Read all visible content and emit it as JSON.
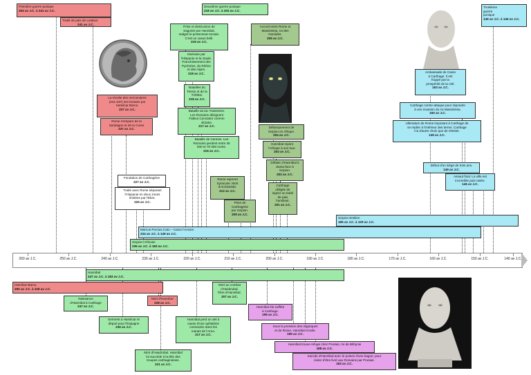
{
  "timeline": {
    "ticks": [
      "260 av J.C.",
      "250 av J.C.",
      "240 av J.C.",
      "230 av J.C.",
      "220 av J.C.",
      "210 av J.C.",
      "200 av J.C.",
      "190 av J.C.",
      "180 av J.C.",
      "170 av J.C.",
      "160 av J.C.",
      "150 av J.C.",
      "140 av J.C."
    ]
  },
  "events": {
    "premiere_guerre": {
      "text": "Première guerre punique",
      "date": "264 av J.C. à 241 av J.C."
    },
    "traite_lutatius": {
      "text": "Traité de paix de Lutatius",
      "date": "241 av J.C."
    },
    "revolte_mercenaires": {
      "text": "La révolte des mercenaires\n(241-237) est écrasée par\nHamilcar Barca.",
      "date": "237 av J.C."
    },
    "rome_sardaigne": {
      "text": "Rome s'empare de la\nSardaigne et de la Corse",
      "date": "237 av J.C."
    },
    "deuxieme_guerre": {
      "text": "Deuxième guerre punique",
      "date": "218 av J.C. à 202 av J.C."
    },
    "sagonte": {
      "text": "Prise et destruction de\nSagonte par Hannibal,\nmalgré le protectorat romain.\nC'est un casus belli.",
      "date": "219 av J.C."
    },
    "itineraire": {
      "text": "Itinéraire par\nl'Hispanie et la Gaule.\nFranchissement des\nPyrénées, du Rhône\net des Alpes.",
      "date": "218 av J.C."
    },
    "tessin": {
      "text": "Batailles du\nTessin et de la\nTrébbie.",
      "date": "218 av J.C."
    },
    "trasimene": {
      "text": "Bataille du lac Trasimène.\nLes Romains désignent\nFabius Cunctator comme\ndictator.",
      "date": "217 av J.C."
    },
    "cannes": {
      "text": "Bataille de Cannes. Les\nRomains perdent entre 25\n000 et 70 000 morts.",
      "date": "216 av J.C."
    },
    "accord_numides": {
      "text": "Accord entre Rome et\nMassinissa, roi des\nNumides.",
      "date": "205 av J.C."
    },
    "debarquement": {
      "text": "Débarquement de\nScipion en Afrique.",
      "date": "204 av J.C."
    },
    "rejoint_afrique": {
      "text": "Hannibal rejoint\nl'Afrique à son tour.",
      "date": "203 av J.C."
    },
    "zama": {
      "text": "Défaite d'Hannibal à\nZama face à\nScipion.",
      "date": "202 av J.C."
    },
    "traite_humiliant": {
      "text": "Carthage\nobligée de\nsigner un traité\nde paix\nhumiliant.",
      "date": "201 av J.C."
    },
    "syracuse": {
      "text": "Rome reprend\nSyracuse. Mort\nd'Archimède.",
      "date": "212 av J.C."
    },
    "carthagene_prise": {
      "text": "Prise de\nCarthagène\npar Scipion.",
      "date": "209 av J.C."
    },
    "fondation_carthagene": {
      "text": "Fondation de Carthagène",
      "date": "227 av J.C."
    },
    "traite_ebre": {
      "text": "Traité avec Rome séparant\nl'Hispanie en deux zones\nlimitées par l'Ebre.",
      "date": "226 av J.C."
    },
    "troisieme_guerre": {
      "text": "Troisième\nguerre\npunique",
      "date": "149 av J.C. à 146 av J.C."
    },
    "ambassade_caton": {
      "text": "Ambassade de Caton\nà Carthage. Il est\nfrappé par la\nprospérité de la cité.",
      "date": "153 av J.C."
    },
    "contre_attaque": {
      "text": "Carthage contre-attaque pour répondre\nà une invasion du roi Massinissa.",
      "date": "150 av J.C."
    },
    "ultimatum": {
      "text": "Ultimatum de Rome imposant à Carthage de\nse replier à l'intérieur des terres. Carthage\nn'a d'autre choix que de résister.",
      "date": "149 av J.C."
    },
    "siege": {
      "text": "Début d'un siège de trois ans.",
      "date": "149 av J.C."
    },
    "assaut": {
      "text": "Assaut final. La ville est\nincendiée puis rasée.",
      "date": "146 av J.C."
    },
    "scipion_emilien": {
      "text": "Scipion Emilien",
      "date": "185 av J.C. à 129 av J.C."
    },
    "caton_ancien": {
      "text": "Marcus Porcius Cato – Caton l'Ancien",
      "date": "234 av J.C. à 149 av J.C."
    },
    "scipion_africain": {
      "text": "Scipion l'Africain",
      "date": "235 av J.C. à 183 av J.C."
    },
    "hannibal": {
      "text": "Hannibal",
      "date": "247 av J.C. à 183 av J.C."
    },
    "hamilcar": {
      "text": "Hamilcar Barca",
      "date": "290 av J.C. à 228 av J.C."
    },
    "naissance": {
      "text": "Naissance\nd'Hannibal à Carthage",
      "date": "247 av J.C."
    },
    "mort_hamilcar": {
      "text": "Mort d'Hamilcar",
      "date": "228 av J.C."
    },
    "serment": {
      "text": "Serment à Hamilcar et\ndépart pour l'Espagne",
      "date": "236 av J.C."
    },
    "oeil": {
      "text": "Hannibal perd un œil à\ncause d'une ophtalmie\ncontractée dans les\nmarais de l'Arno.",
      "date": "217 av J.C."
    },
    "mort_hasdrubal_combat": {
      "text": "Mort au combat\nd'Hasdrubal,\nfrère d'Hannibal.",
      "date": "207 av J.C."
    },
    "mort_hasdrubal": {
      "text": "Mort d'Hasdrubal. Hannibal\nlui succède à la tête des\ntroupes carthaginoises.",
      "date": "221 av J.C."
    },
    "suffete": {
      "text": "Hannibal élu suffète\nà Carthage.",
      "date": "196 av J.C."
    },
    "exile": {
      "text": "Sous la pression des oligarques\net de Rome, Hannibal s'exile.",
      "date": "195 av J.C."
    },
    "prusias": {
      "text": "Hannibal trouve refuge chez Prusias, roi de Bithynie",
      "date": "188 av J.C."
    },
    "suicide": {
      "text": "Suicide d'Hannibal avec le poison d'une bague, pour\néviter d'être livré aux Romains par Prusias.",
      "date": "183 av J.C."
    }
  },
  "colors": {
    "red": "#f08a8a",
    "green": "#9ee8a8",
    "dark_green": "#a3c98f",
    "cyan": "#a9e8f5",
    "violet": "#e6a2ea"
  }
}
